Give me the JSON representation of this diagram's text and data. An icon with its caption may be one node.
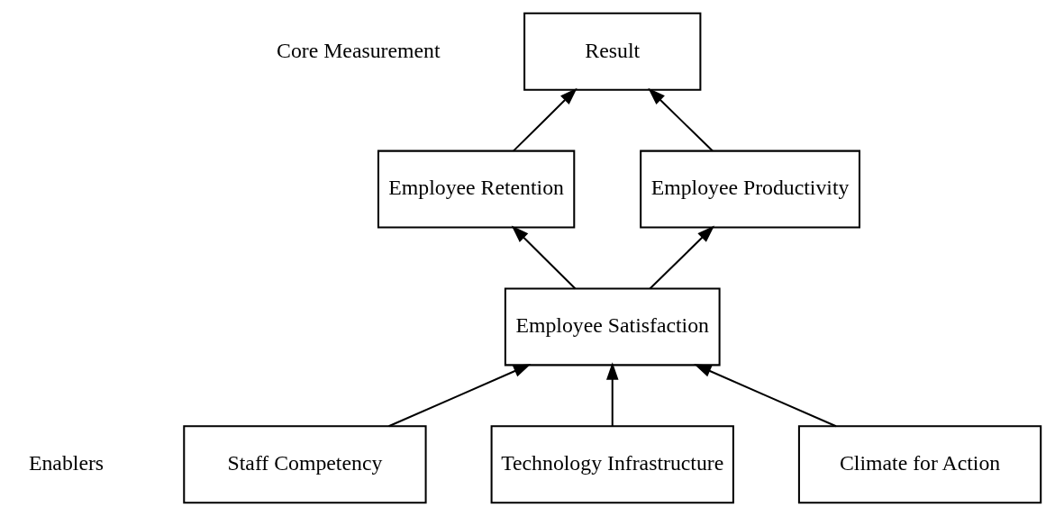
{
  "diagram": {
    "nodes": [
      {
        "text": [
          "Result"
        ]
      },
      {
        "text": [
          "Employee Retention"
        ]
      },
      {
        "text": [
          "Employee Productivity"
        ]
      },
      {
        "text": [
          "Employee Satisfaction"
        ]
      },
      {
        "text": [
          "Staff Competency"
        ]
      },
      {
        "text": [
          "Technology Infrastructure"
        ]
      },
      {
        "text": [
          "Climate for Action"
        ]
      }
    ],
    "edges": [
      {
        "from": 1,
        "to": 0,
        "arrow": "to"
      },
      {
        "from": 2,
        "to": 0,
        "arrow": "to"
      },
      {
        "from": 3,
        "to": 1,
        "arrow": "to"
      },
      {
        "from": 3,
        "to": 2,
        "arrow": "to"
      },
      {
        "from": 4,
        "to": 3,
        "arrow": "to"
      },
      {
        "from": 5,
        "to": 3,
        "arrow": "to"
      },
      {
        "from": 6,
        "to": 3,
        "arrow": "to"
      }
    ],
    "labels": [
      "Core Measurement",
      "Enablers"
    ]
  }
}
